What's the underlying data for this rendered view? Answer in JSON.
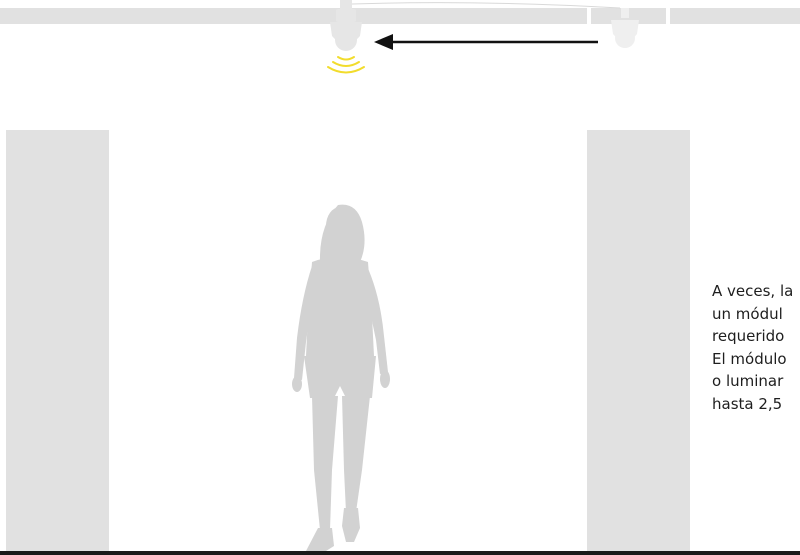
{
  "description_lines": [
    "A veces, la",
    "un módul",
    "requerido",
    "El módulo",
    "o luminar",
    "hasta 2,5"
  ],
  "colors": {
    "structure_gray": "#e1e1e1",
    "figure_gray": "#d2d2d2",
    "detector_gray": "#e6e6e6",
    "ghost_gray": "#efefef",
    "signal_yellow": "#f2dc2c",
    "arrow_black": "#111111",
    "floor_black": "#1a1a1a"
  },
  "icons": {
    "active_detector": "motion-detector-icon",
    "ghost_detector": "motion-detector-icon",
    "signal": "detection-waves-icon",
    "arrow": "arrow-left-icon",
    "person": "person-silhouette-icon"
  }
}
